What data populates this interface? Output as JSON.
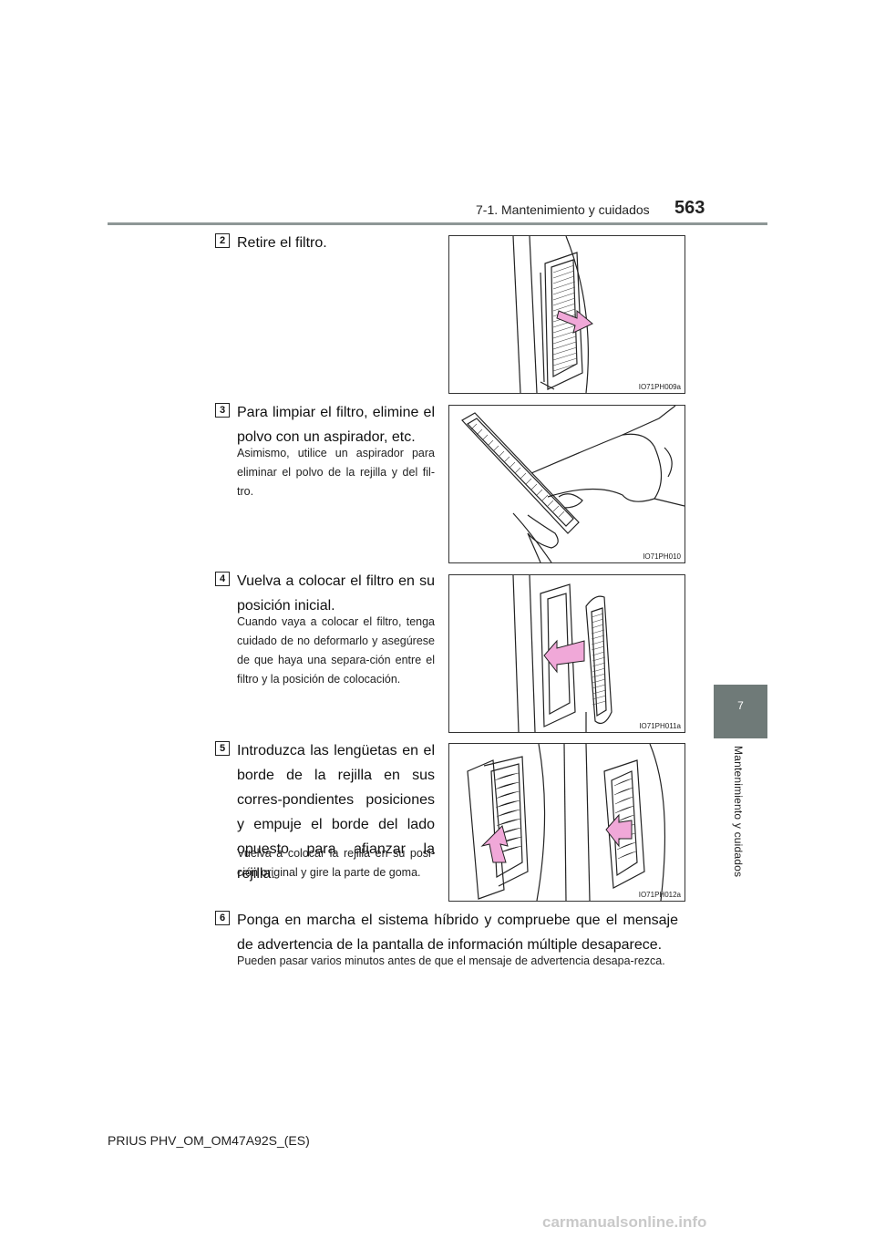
{
  "header": {
    "section_title": "7-1. Mantenimiento y cuidados",
    "page_number": "563"
  },
  "side_tab": {
    "chapter_number": "7",
    "chapter_label": "Mantenimiento y cuidados"
  },
  "steps": [
    {
      "number": "2",
      "main": "Retire el filtro.",
      "sub": "",
      "figure_code": "IO71PH009a"
    },
    {
      "number": "3",
      "main": "Para limpiar el filtro, elimine el polvo con un aspirador, etc.",
      "sub": "Asimismo, utilice un aspirador para eliminar el polvo de la rejilla y del fil-tro.",
      "figure_code": "IO71PH010"
    },
    {
      "number": "4",
      "main": "Vuelva a colocar el filtro en su posición inicial.",
      "sub": "Cuando vaya a colocar el filtro, tenga cuidado de no deformarlo y asegúrese de que haya una separa-ción entre el filtro y la posición de colocación.",
      "figure_code": "IO71PH011a"
    },
    {
      "number": "5",
      "main": "Introduzca las lengüetas en el borde de la rejilla en sus corres-pondientes posiciones y empuje el borde del lado opuesto para afianzar la rejilla.",
      "sub": "Vuelva a colocar la rejilla en su posi-ción original y gire la parte de goma.",
      "figure_code": "IO71PH012a"
    },
    {
      "number": "6",
      "main": "Ponga en marcha el sistema híbrido y compruebe que el mensaje de advertencia de la pantalla de información múltiple desaparece.",
      "sub": "Pueden pasar varios minutos antes de que el mensaje de advertencia desapa-rezca.",
      "figure_code": ""
    }
  ],
  "footer": {
    "doc_id": "PRIUS PHV_OM_OM47A92S_(ES)"
  },
  "watermark": {
    "text": "carmanualsonline.info"
  },
  "colors": {
    "arrow": "#f0a8d8",
    "tab": "#6f7a78",
    "rule": "#8e9796"
  }
}
